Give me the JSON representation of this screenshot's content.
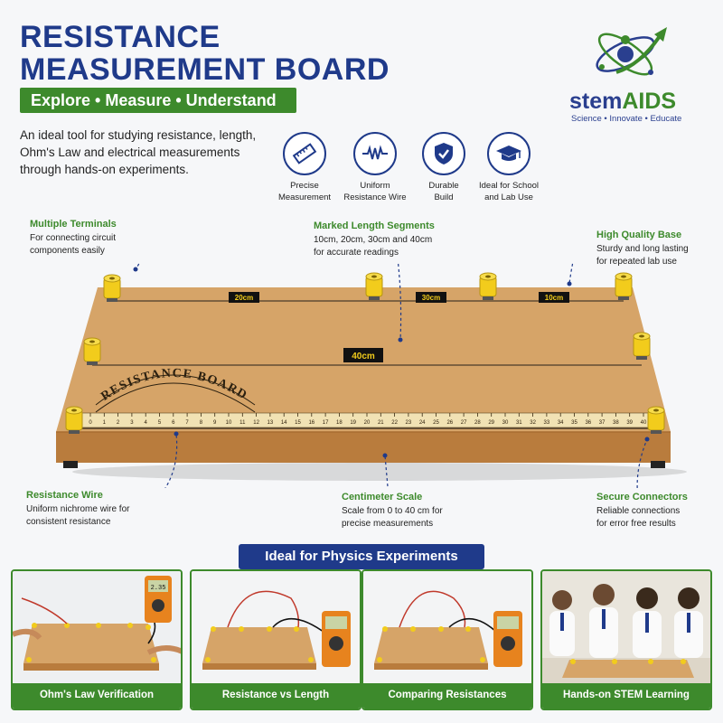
{
  "header": {
    "title_line1": "RESISTANCE",
    "title_line2": "MEASUREMENT BOARD",
    "tagline": "Explore • Measure • Understand",
    "intro": "An ideal tool for studying resistance, length, Ohm's Law and electrical measurements through hands-on experiments."
  },
  "logo": {
    "name_part1": "stem",
    "name_part2": "AIDS",
    "subtitle": "Science • Innovate • Educate",
    "colors": {
      "blue": "#2a3f8f",
      "green": "#3d8a2c"
    }
  },
  "features": [
    {
      "icon": "ruler-icon",
      "label": "Precise\nMeasurement"
    },
    {
      "icon": "resistor-wire-icon",
      "label": "Uniform\nResistance Wire"
    },
    {
      "icon": "shield-check-icon",
      "label": "Durable\nBuild"
    },
    {
      "icon": "graduation-cap-icon",
      "label": "Ideal for School\nand Lab Use"
    }
  ],
  "callouts": {
    "terminals": {
      "title": "Multiple Terminals",
      "text": "For connecting circuit\ncomponents easily"
    },
    "segments": {
      "title": "Marked Length Segments",
      "text": "10cm, 20cm, 30cm and 40cm\nfor accurate readings"
    },
    "base": {
      "title": "High Quality Base",
      "text": "Sturdy and long lasting\nfor repeated lab use"
    },
    "wire": {
      "title": "Resistance Wire",
      "text": "Uniform nichrome wire for\nconsistent resistance"
    },
    "scale": {
      "title": "Centimeter Scale",
      "text": "Scale from 0 to 40 cm for\nprecise measurements"
    },
    "connectors": {
      "title": "Secure Connectors",
      "text": "Reliable connections\nfor error free results"
    }
  },
  "board": {
    "arc_text": "RESISTANCE BOARD",
    "labels": {
      "seg20": "20cm",
      "seg30": "30cm",
      "seg10": "10cm",
      "seg40": "40cm"
    },
    "scale_max": 40
  },
  "experiments": {
    "banner": "Ideal for Physics Experiments",
    "cards": [
      {
        "label": "Ohm's Law Verification",
        "meter_reading": "2.35"
      },
      {
        "label": "Resistance vs Length"
      },
      {
        "label": "Comparing Resistances"
      },
      {
        "label": "Hands-on STEM Learning"
      }
    ]
  },
  "colors": {
    "brand_blue": "#1f3a8a",
    "brand_green": "#3d8a2c",
    "board": "#d6a468",
    "terminal": "#f2cc1c"
  }
}
